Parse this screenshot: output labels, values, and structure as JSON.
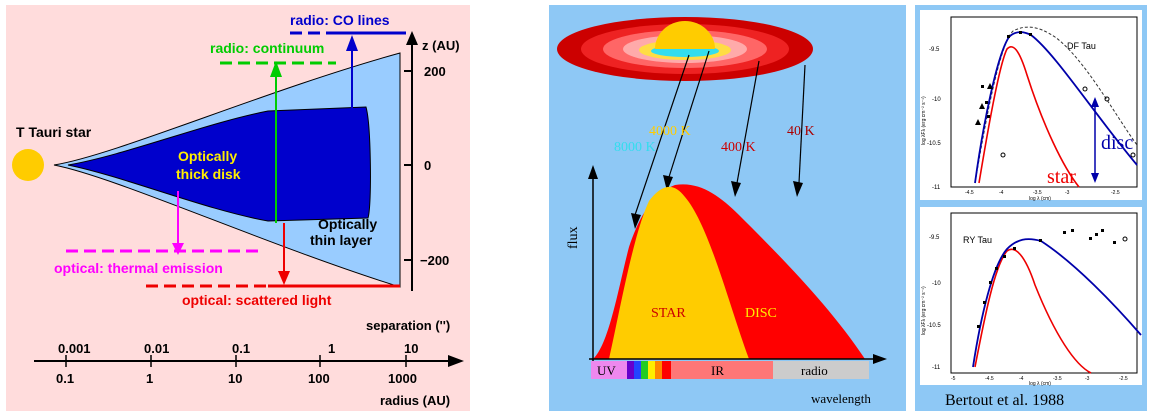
{
  "left": {
    "radio_co": "radio: CO lines",
    "radio_cont": "radio: continuum",
    "z_axis_label": "z (AU)",
    "z_ticks": [
      "200",
      "0",
      "−200"
    ],
    "star_label": "T Tauri star",
    "thick_disk": [
      "Optically",
      "thick disk"
    ],
    "thin_layer": [
      "Optically",
      "thin layer"
    ],
    "optical_thermal": "optical: thermal emission",
    "optical_scattered": "optical: scattered light",
    "separation_label": "separation ('')",
    "sep_ticks": [
      "0.001",
      "0.01",
      "0.1",
      "1",
      "10"
    ],
    "radius_ticks": [
      "0.1",
      "1",
      "10",
      "100",
      "1000"
    ],
    "radius_label": "radius (AU)",
    "colors": {
      "bg": "#ffdcdc",
      "thin": "#99ccff",
      "thick": "#0000cc",
      "star": "#ffcc00",
      "co": "#0000cc",
      "cont": "#00cc00",
      "thermal": "#ff00ff",
      "scattered": "#ee0000"
    }
  },
  "middle": {
    "temps": {
      "t8000": "8000 K",
      "t4000": "4000 K",
      "t400": "400 K",
      "t40": "40 K"
    },
    "flux_label": "flux",
    "star_label": "STAR",
    "disc_label": "DISC",
    "bands": {
      "uv": "UV",
      "ir": "IR",
      "radio": "radio"
    },
    "wavelength_label": "wavelength",
    "colors": {
      "bg": "#8ec8f5",
      "star": "#ffcc00",
      "disc": "#ff0000"
    }
  },
  "right": {
    "top": {
      "name": "DF Tau",
      "disc_label": "disc",
      "star_label": "star",
      "y_ticks": [
        "-9.5",
        "-10",
        "-10.5",
        "-11"
      ],
      "x_ticks": [
        "-4.5",
        "-4",
        "-3.5",
        "-3",
        "-2.5"
      ],
      "ylabel": "log λFλ (erg cm⁻² s⁻¹)",
      "xlabel": "log λ (cm)"
    },
    "bottom": {
      "name": "RY Tau",
      "y_ticks": [
        "-9.5",
        "-10",
        "-10.5",
        "-11"
      ],
      "x_ticks": [
        "-5",
        "-4.5",
        "-4",
        "-3.5",
        "-3",
        "-2.5"
      ],
      "ylabel": "log λFλ (erg cm⁻² s⁻¹)",
      "xlabel": "log λ (cm)"
    },
    "credit": "Bertout et al. 1988",
    "colors": {
      "bg": "#8ec8f5"
    }
  }
}
